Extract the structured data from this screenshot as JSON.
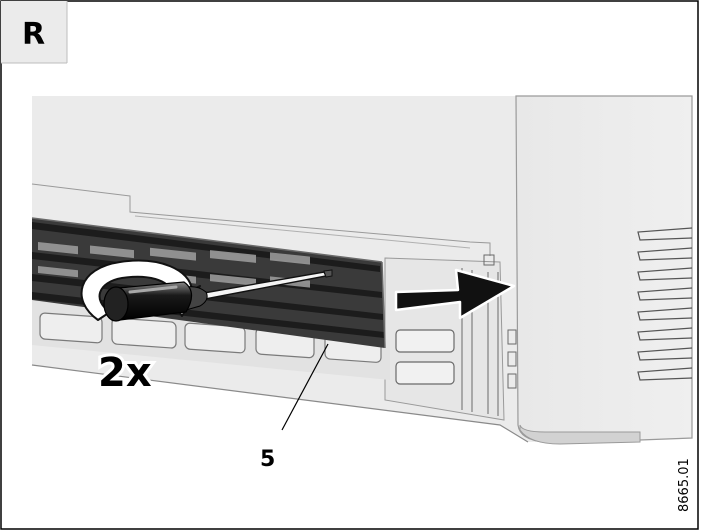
{
  "step_label": "R",
  "callouts": {
    "turns": "2x",
    "part_number": "5"
  },
  "figure_code": "8665.01",
  "colors": {
    "border": "#000000",
    "label_bg": "#ebebeb",
    "appliance_body": "#ebebeb",
    "vent_grille": "#3a3a3a",
    "arrow": "#111111"
  },
  "icons": {
    "direction": "arrow-right-icon",
    "rotation": "rotate-arrow-icon",
    "tool": "screwdriver-icon"
  }
}
